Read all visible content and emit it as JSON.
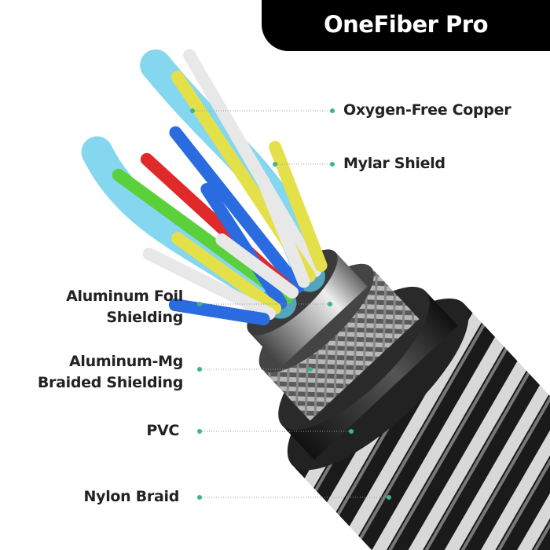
{
  "title": "OneFiber Pro",
  "labels": {
    "oxygen_free_copper": "Oxygen-Free Copper",
    "mylar_shield": "Mylar Shield",
    "aluminum_foil_1": "Aluminum Foil",
    "aluminum_foil_2": "Shielding",
    "aluminum_mg_1": "Aluminum-Mg",
    "aluminum_mg_2": "Braided Shielding",
    "pvc": "PVC",
    "nylon_braid": "Nylon Braid"
  },
  "colors": {
    "accent_dot": "#3bb58a",
    "title_bg": "#000000",
    "text": "#222222"
  }
}
